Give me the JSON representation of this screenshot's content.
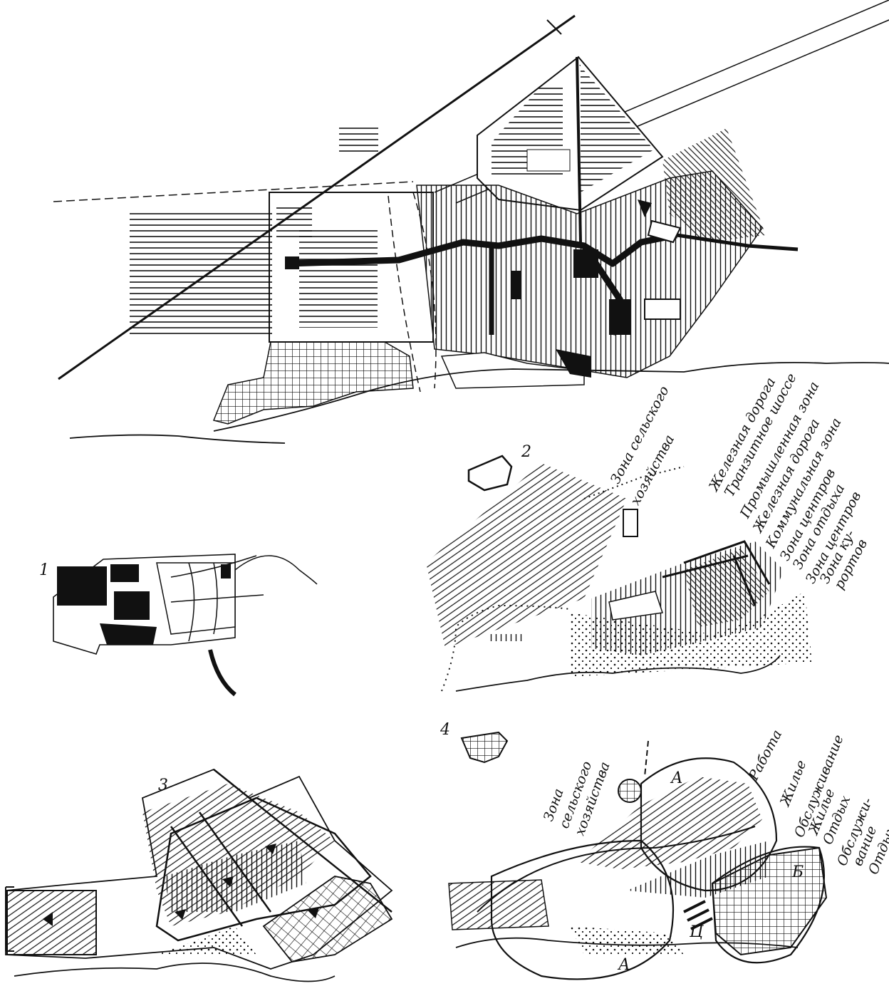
{
  "figure_numbers": [
    "1",
    "2",
    "3",
    "4"
  ],
  "diagram2": {
    "labels": [
      "Зона сельского хозяйства",
      "Железная дорога",
      "Транзитное шоссе",
      "Промышленная зона",
      "Железная дорога",
      "Коммунальная зона",
      "Зона центров",
      "Зона отдыха",
      "Зона центров",
      "Зона курортов"
    ],
    "label_lines": [
      "Зона сельского",
      "хозяйства",
      "Железная дорога",
      "Транзитное шоссе",
      "Промышленная зона",
      "Железная дорога",
      "Коммунальная зона",
      "Зона центров",
      "Зона отдыха",
      "Зона центров",
      "Зона ку-",
      "рортов"
    ]
  },
  "diagram4": {
    "agri_label_lines": [
      "Зона",
      "сельского",
      "хозяйства"
    ],
    "work_label": "Работа",
    "right_label_lines": [
      "Жилье",
      "Обслуживание",
      "Жилье",
      "Отдых",
      "Обслужи-",
      "вание",
      "Отдых"
    ],
    "markers": [
      "А",
      "А",
      "Б",
      "Ц"
    ]
  },
  "colors": {
    "ink": "#111111",
    "paper": "#ffffff"
  }
}
